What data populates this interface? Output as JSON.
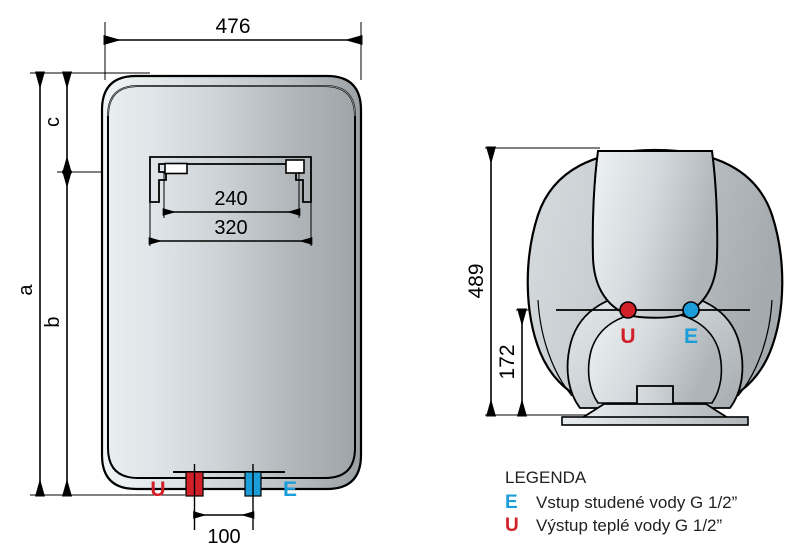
{
  "document": {
    "type": "technical-drawing",
    "subject": "water-heater-dimension-drawing",
    "language": "cs"
  },
  "colors": {
    "hot_red": "#d12028",
    "cold_blue": "#1b9dd9",
    "line": "#000000",
    "body_light": "#e6ebed",
    "body_mid": "#c6ccce",
    "body_dark": "#a3a9ac",
    "text": "#231f20"
  },
  "front_view": {
    "name": "front-view",
    "dimensions": {
      "width_overall": {
        "label": "476",
        "unit": "mm",
        "orientation": "horizontal",
        "position": "top"
      },
      "bracket_inner": {
        "label": "240",
        "unit": "mm",
        "orientation": "horizontal"
      },
      "bracket_outer": {
        "label": "320",
        "unit": "mm",
        "orientation": "horizontal"
      },
      "port_spacing": {
        "label": "100",
        "unit": "mm",
        "orientation": "horizontal",
        "position": "bottom"
      },
      "height_total": {
        "label": "a",
        "orientation": "vertical",
        "position": "left-outer"
      },
      "height_to_bracket": {
        "label": "b",
        "orientation": "vertical",
        "position": "left-inner"
      },
      "top_to_bracket": {
        "label": "c",
        "orientation": "vertical",
        "position": "left-inner-upper"
      }
    },
    "ports": [
      {
        "code": "U",
        "color": "#d12028",
        "side": "left"
      },
      {
        "code": "E",
        "color": "#1b9dd9",
        "side": "right"
      }
    ]
  },
  "side_view": {
    "name": "side-view",
    "dimensions": {
      "height_overall": {
        "label": "489",
        "unit": "mm",
        "orientation": "vertical"
      },
      "height_to_ports": {
        "label": "172",
        "unit": "mm",
        "orientation": "vertical"
      }
    },
    "ports": [
      {
        "code": "U",
        "color": "#d12028",
        "side": "left"
      },
      {
        "code": "E",
        "color": "#1b9dd9",
        "side": "right"
      }
    ]
  },
  "legend": {
    "title": "LEGENDA",
    "entries": [
      {
        "mark": "E",
        "color": "#1b9dd9",
        "description": "Vstup studené vody G 1/2”"
      },
      {
        "mark": "U",
        "color": "#d12028",
        "description": "Výstup teplé vody G 1/2”"
      }
    ]
  }
}
